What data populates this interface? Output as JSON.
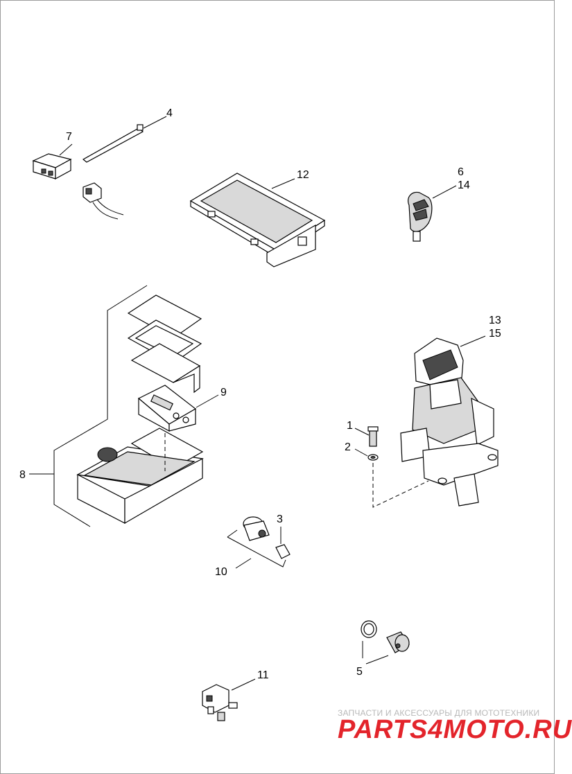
{
  "callouts": {
    "c1": "1",
    "c2": "2",
    "c3": "3",
    "c4": "4",
    "c5": "5",
    "c6": "6",
    "c7": "7",
    "c8": "8",
    "c9": "9",
    "c10": "10",
    "c11": "11",
    "c12": "12",
    "c13": "13",
    "c14": "14",
    "c15": "15"
  },
  "watermark": {
    "tagline": "ЗАПЧАСТИ И АКСЕССУАРЫ ДЛЯ МОТОТЕХНИКИ",
    "logo": "PARTS4MOTO.RU"
  }
}
